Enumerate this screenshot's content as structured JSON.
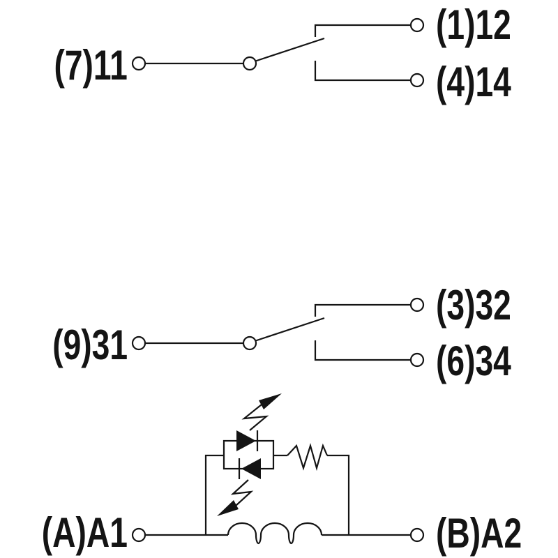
{
  "colors": {
    "line": "#141414",
    "background": "#ffffff"
  },
  "terminals": {
    "contact1": {
      "common": "(7)11",
      "nc": "(1)12",
      "no": "(4)14"
    },
    "contact2": {
      "common": "(9)31",
      "nc": "(3)32",
      "no": "(6)34"
    },
    "coil": {
      "a1": "(A)A1",
      "a2": "(B)A2"
    }
  }
}
